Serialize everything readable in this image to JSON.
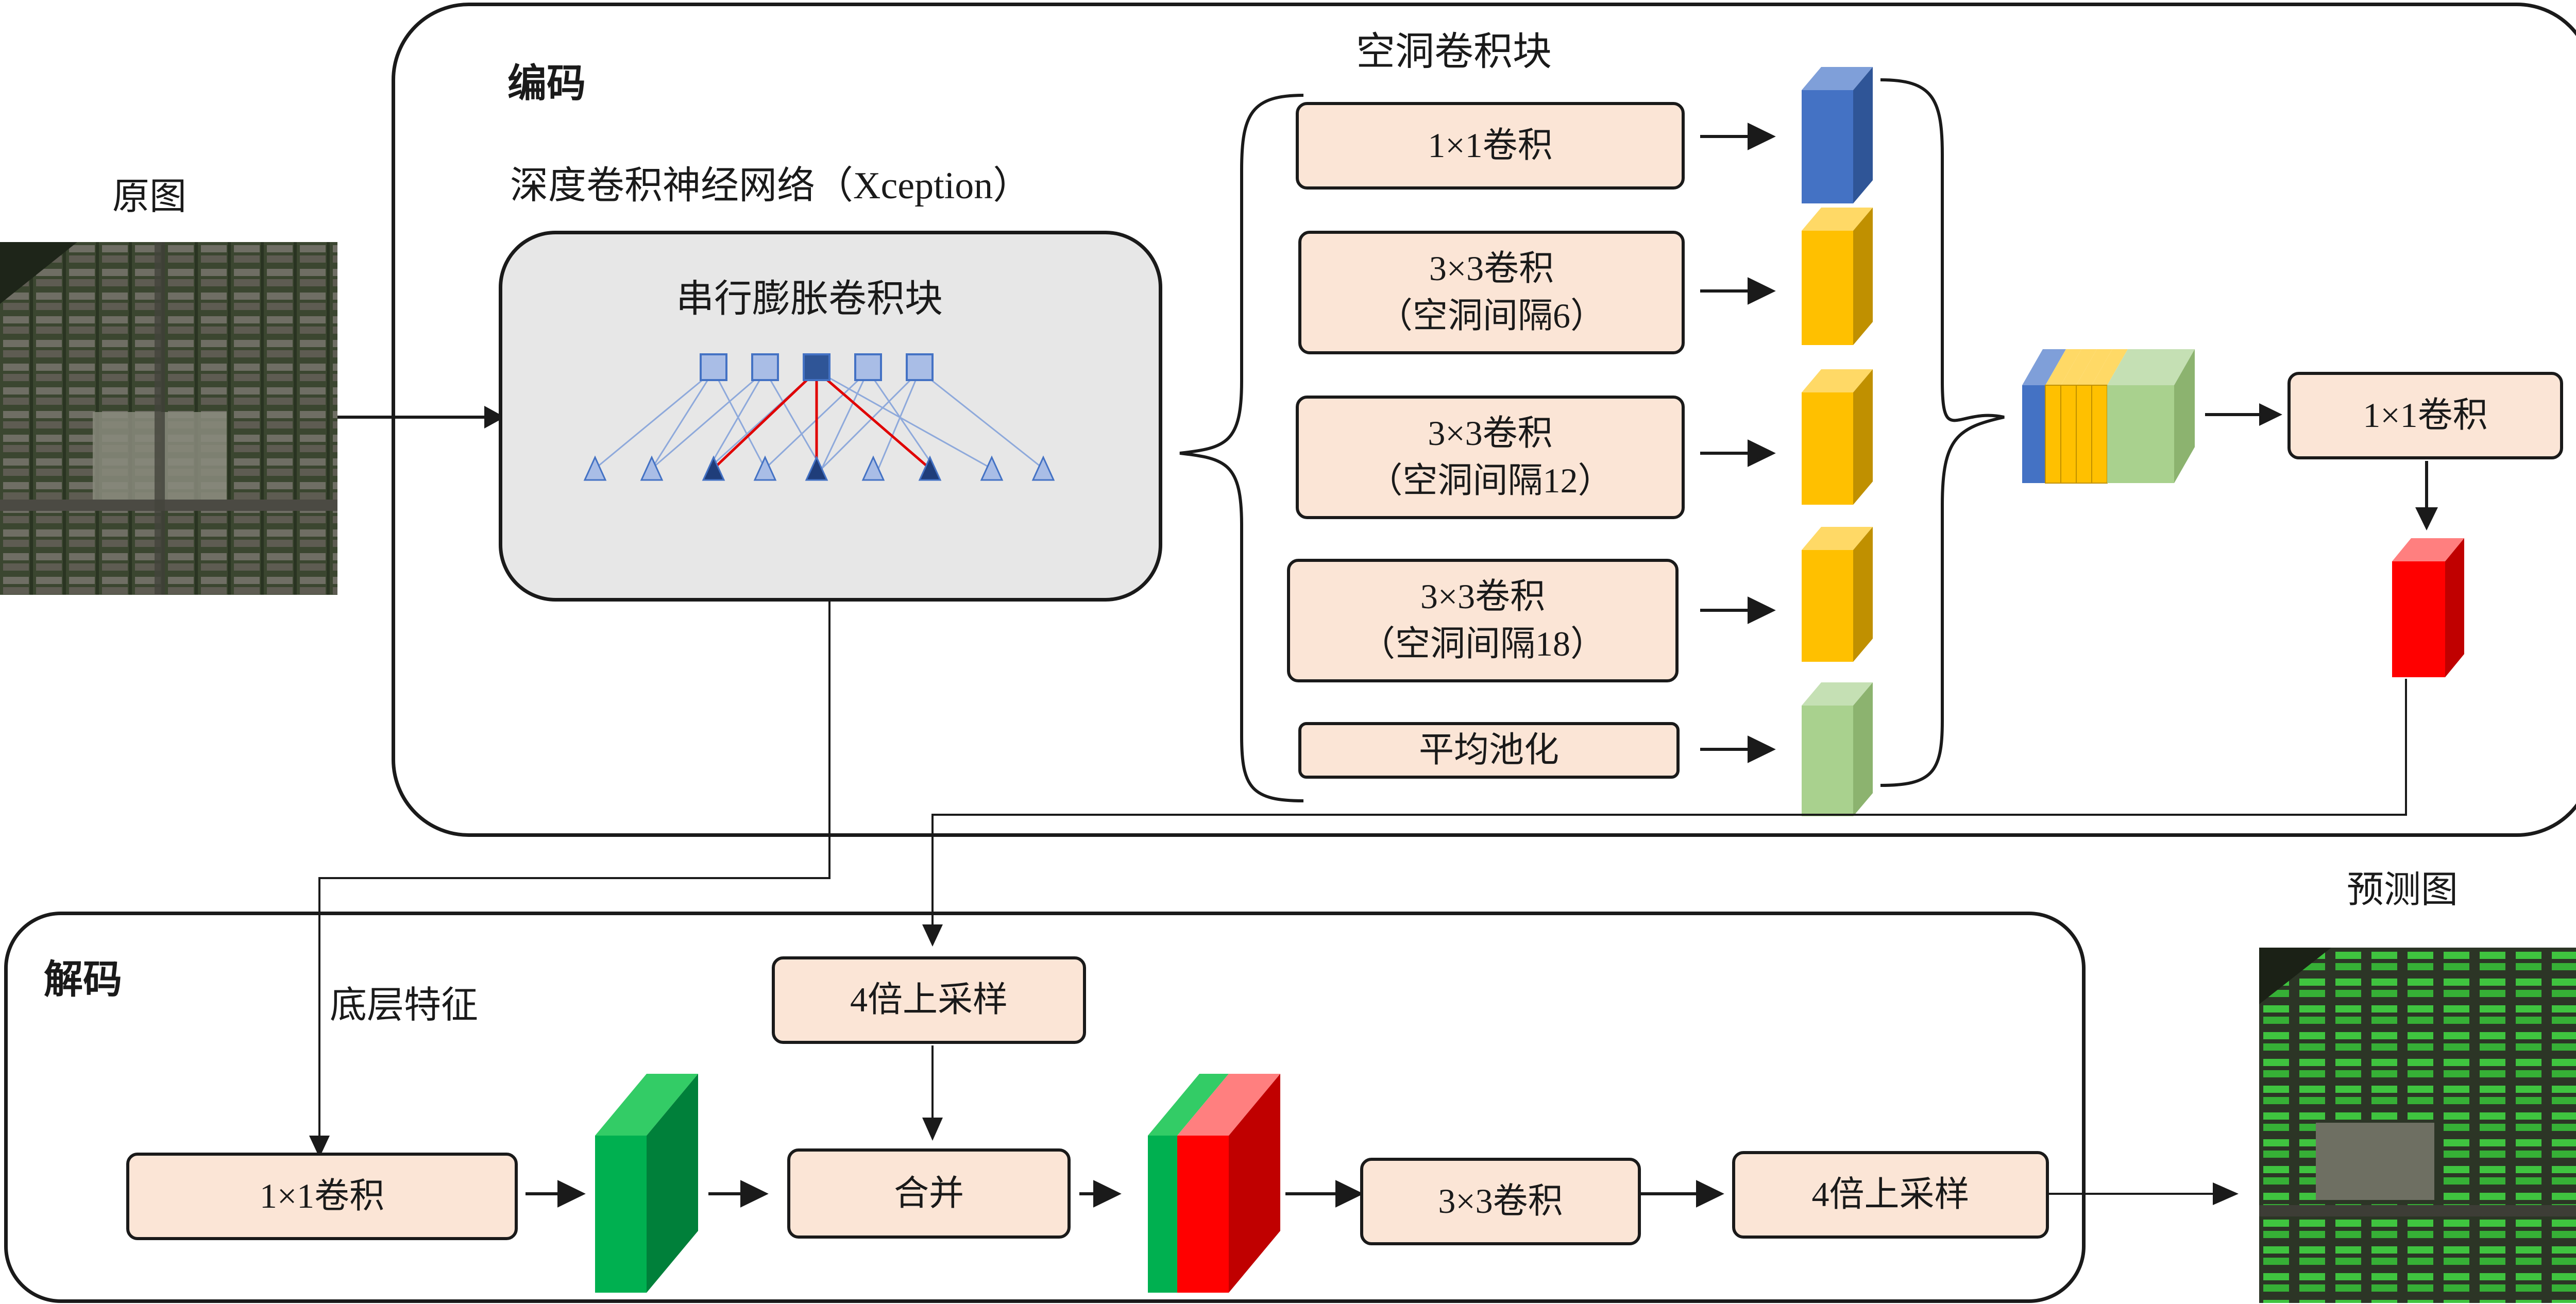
{
  "labels": {
    "original_image": "原图",
    "prediction_map": "预测图",
    "encoder": "编码",
    "decoder": "解码",
    "backbone": "深度卷积神经网络（Xception）",
    "serial_block": "串行膨胀卷积块",
    "aspp_title": "空洞卷积块",
    "low_level_features": "底层特征"
  },
  "aspp_branches": [
    {
      "line1": "1×1卷积",
      "line2": ""
    },
    {
      "line1": "3×3卷积",
      "line2": "（空洞间隔6）"
    },
    {
      "line1": "3×3卷积",
      "line2": "（空洞间隔12）"
    },
    {
      "line1": "3×3卷积",
      "line2": "（空洞间隔18）"
    },
    {
      "line1": "平均池化",
      "line2": ""
    }
  ],
  "encoder_conv": "1×1卷积",
  "decoder": {
    "upsample_1": "4倍上采样",
    "conv_1x1": "1×1卷积",
    "concat": "合并",
    "conv_3x3": "3×3卷积",
    "upsample_2": "4倍上采样"
  },
  "colors": {
    "blue_feature": "#4472c4",
    "yellow_feature": "#ffc000",
    "green_light_feature": "#a9d18e",
    "red_feature": "#ff0000",
    "green_dark_feature": "#00b050",
    "box_fill": "#fbe5d6",
    "xception_fill": "#e7e7e7"
  }
}
